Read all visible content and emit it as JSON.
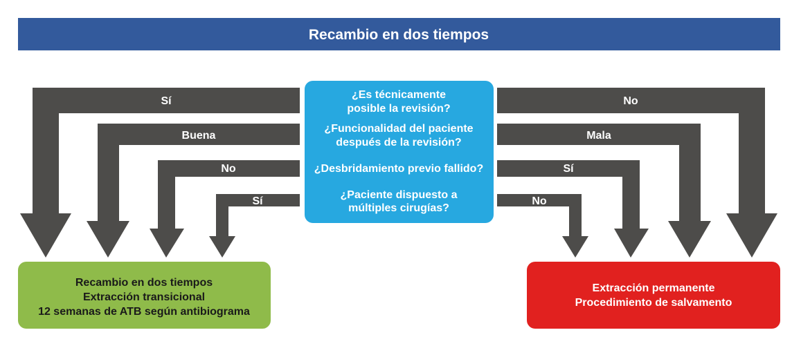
{
  "title": "Recambio en dos tiempos",
  "colors": {
    "title_bar": "#335a9c",
    "question_box": "#27a8e0",
    "arrow": "#4d4c4a",
    "positive_box": "#8fbb4a",
    "negative_box": "#e1211f"
  },
  "questions": [
    {
      "lines": [
        "¿Es técnicamente",
        "posible la revisión?"
      ]
    },
    {
      "lines": [
        "¿Funcionalidad del paciente",
        "después de la revisión?"
      ]
    },
    {
      "lines": [
        "¿Desbridamiento previo fallido?"
      ]
    },
    {
      "lines": [
        "¿Paciente dispuesto a",
        "múltiples cirugías?"
      ]
    }
  ],
  "left_labels": [
    "Sí",
    "Buena",
    "No",
    "Sí"
  ],
  "right_labels": [
    "No",
    "Mala",
    "Sí",
    "No"
  ],
  "left_outcome": {
    "lines": [
      "Recambio en dos tiempos",
      "Extracción transicional",
      "12 semanas de ATB según antibiograma"
    ]
  },
  "right_outcome": {
    "lines": [
      "Extracción permanente",
      "Procedimiento de salvamento"
    ]
  }
}
